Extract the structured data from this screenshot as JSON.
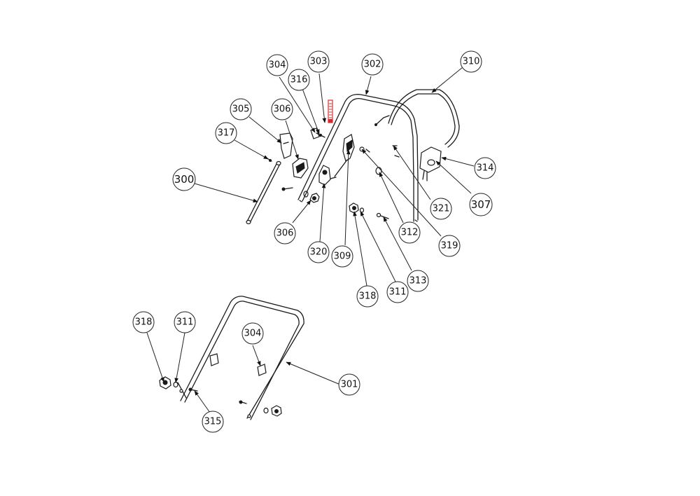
{
  "callouts": [
    {
      "id": "c300",
      "label": "300"
    },
    {
      "id": "c301",
      "label": "301"
    },
    {
      "id": "c302",
      "label": "302"
    },
    {
      "id": "c303",
      "label": "303"
    },
    {
      "id": "c304a",
      "label": "304"
    },
    {
      "id": "c304b",
      "label": "304"
    },
    {
      "id": "c305",
      "label": "305"
    },
    {
      "id": "c306a",
      "label": "306"
    },
    {
      "id": "c306b",
      "label": "306"
    },
    {
      "id": "c307",
      "label": "307"
    },
    {
      "id": "c309",
      "label": "309"
    },
    {
      "id": "c310",
      "label": "310"
    },
    {
      "id": "c311a",
      "label": "311"
    },
    {
      "id": "c311b",
      "label": "311"
    },
    {
      "id": "c312",
      "label": "312"
    },
    {
      "id": "c313",
      "label": "313"
    },
    {
      "id": "c314",
      "label": "314"
    },
    {
      "id": "c315",
      "label": "315"
    },
    {
      "id": "c316",
      "label": "316"
    },
    {
      "id": "c317",
      "label": "317"
    },
    {
      "id": "c318a",
      "label": "318"
    },
    {
      "id": "c318b",
      "label": "318"
    },
    {
      "id": "c319",
      "label": "319"
    },
    {
      "id": "c320",
      "label": "320"
    },
    {
      "id": "c321",
      "label": "321"
    }
  ]
}
